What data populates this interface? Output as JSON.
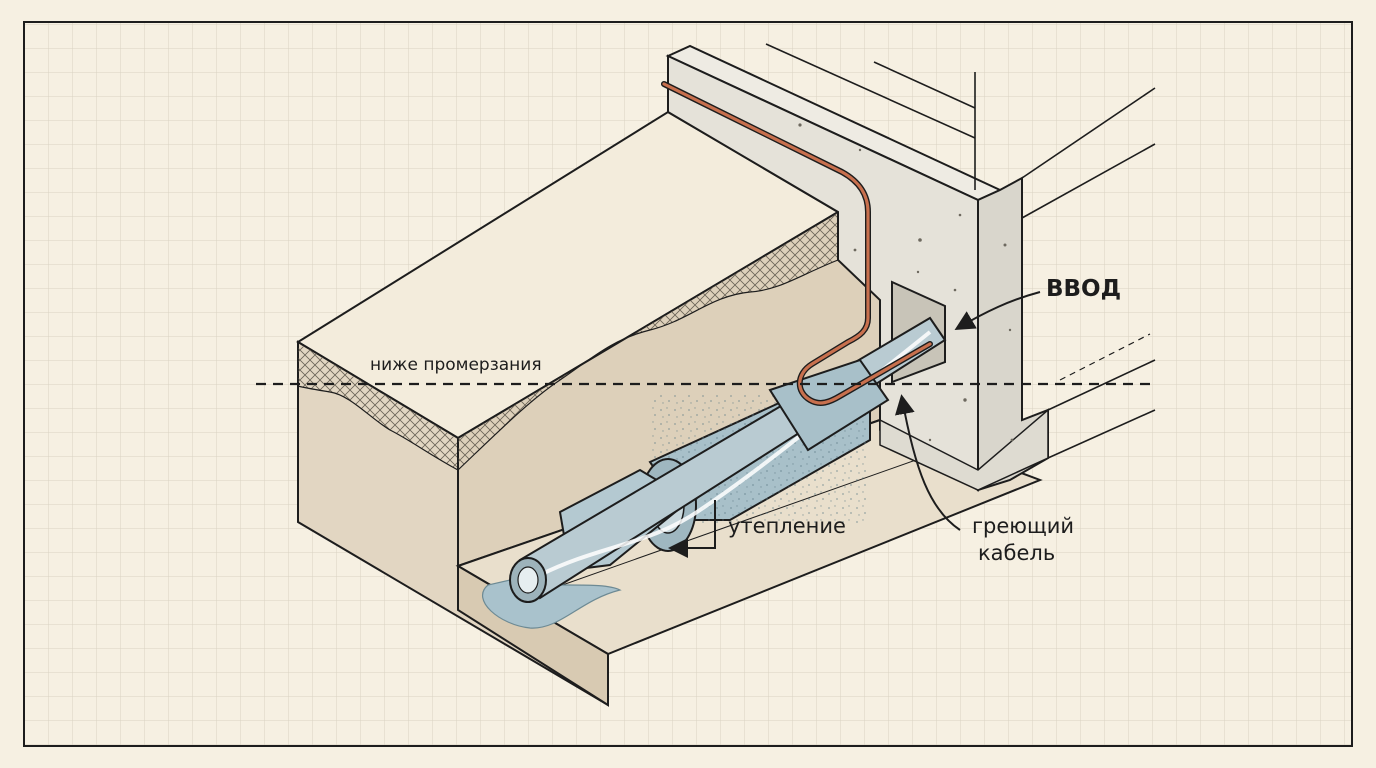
{
  "labels": {
    "frost_line": "ниже промерзания",
    "entry": "ВВОД",
    "insulation": "утепление",
    "heating_cable_line1": "греющий",
    "heating_cable_line2": "кабель"
  },
  "colors": {
    "paper": "#f6f0e2",
    "grid": "#d9d2c2",
    "soil": "#e2d6c2",
    "concrete": "#e5e2d9",
    "pipe": "#b9cbd2",
    "insulation": "#a8c0c9",
    "cable": "#c8704e",
    "water": "#a9c2cc",
    "ink": "#1d1d1d"
  },
  "icons": {
    "frame": "drawing-frame",
    "hatch": "soil-hatch-pattern"
  }
}
